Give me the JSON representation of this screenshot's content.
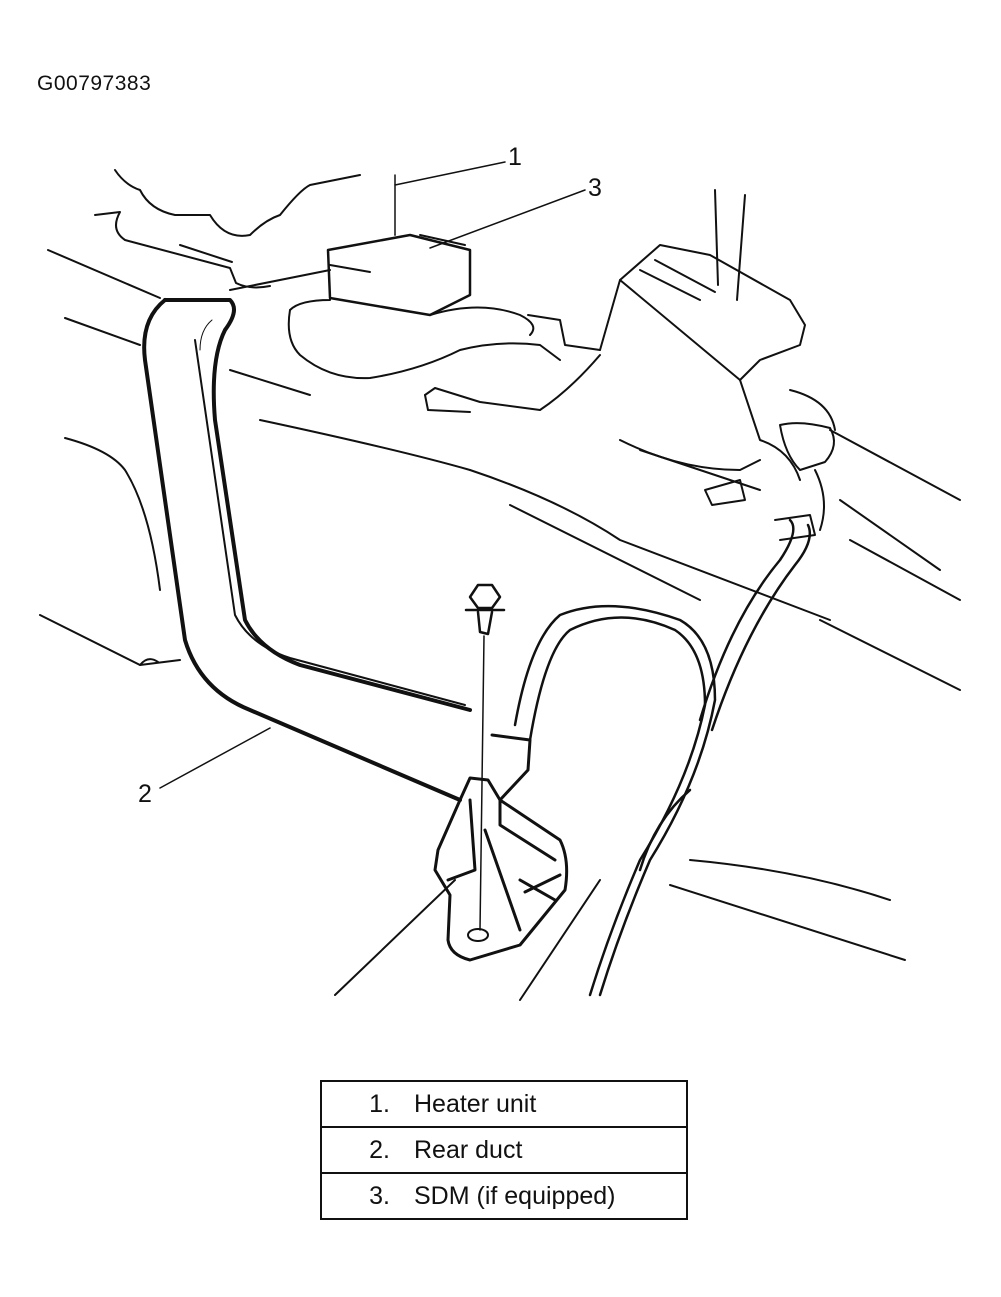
{
  "figure_id": "G00797383",
  "callouts": [
    {
      "number": "1"
    },
    {
      "number": "2"
    },
    {
      "number": "3"
    }
  ],
  "legend": [
    {
      "number": "1.",
      "label": "Heater unit"
    },
    {
      "number": "2.",
      "label": "Rear duct"
    },
    {
      "number": "3.",
      "label": "SDM (if equipped)"
    }
  ]
}
